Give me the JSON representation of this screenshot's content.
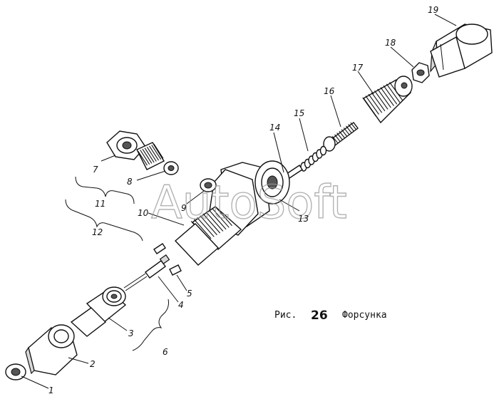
{
  "caption": {
    "prefix": "Рис.",
    "number": "26",
    "title": "Форсунка"
  },
  "watermark": "AutoSoft",
  "labels": [
    "1",
    "2",
    "3",
    "4",
    "5",
    "6",
    "7",
    "8",
    "9",
    "10",
    "11",
    "12",
    "13",
    "14",
    "15",
    "16",
    "17",
    "18",
    "19"
  ]
}
